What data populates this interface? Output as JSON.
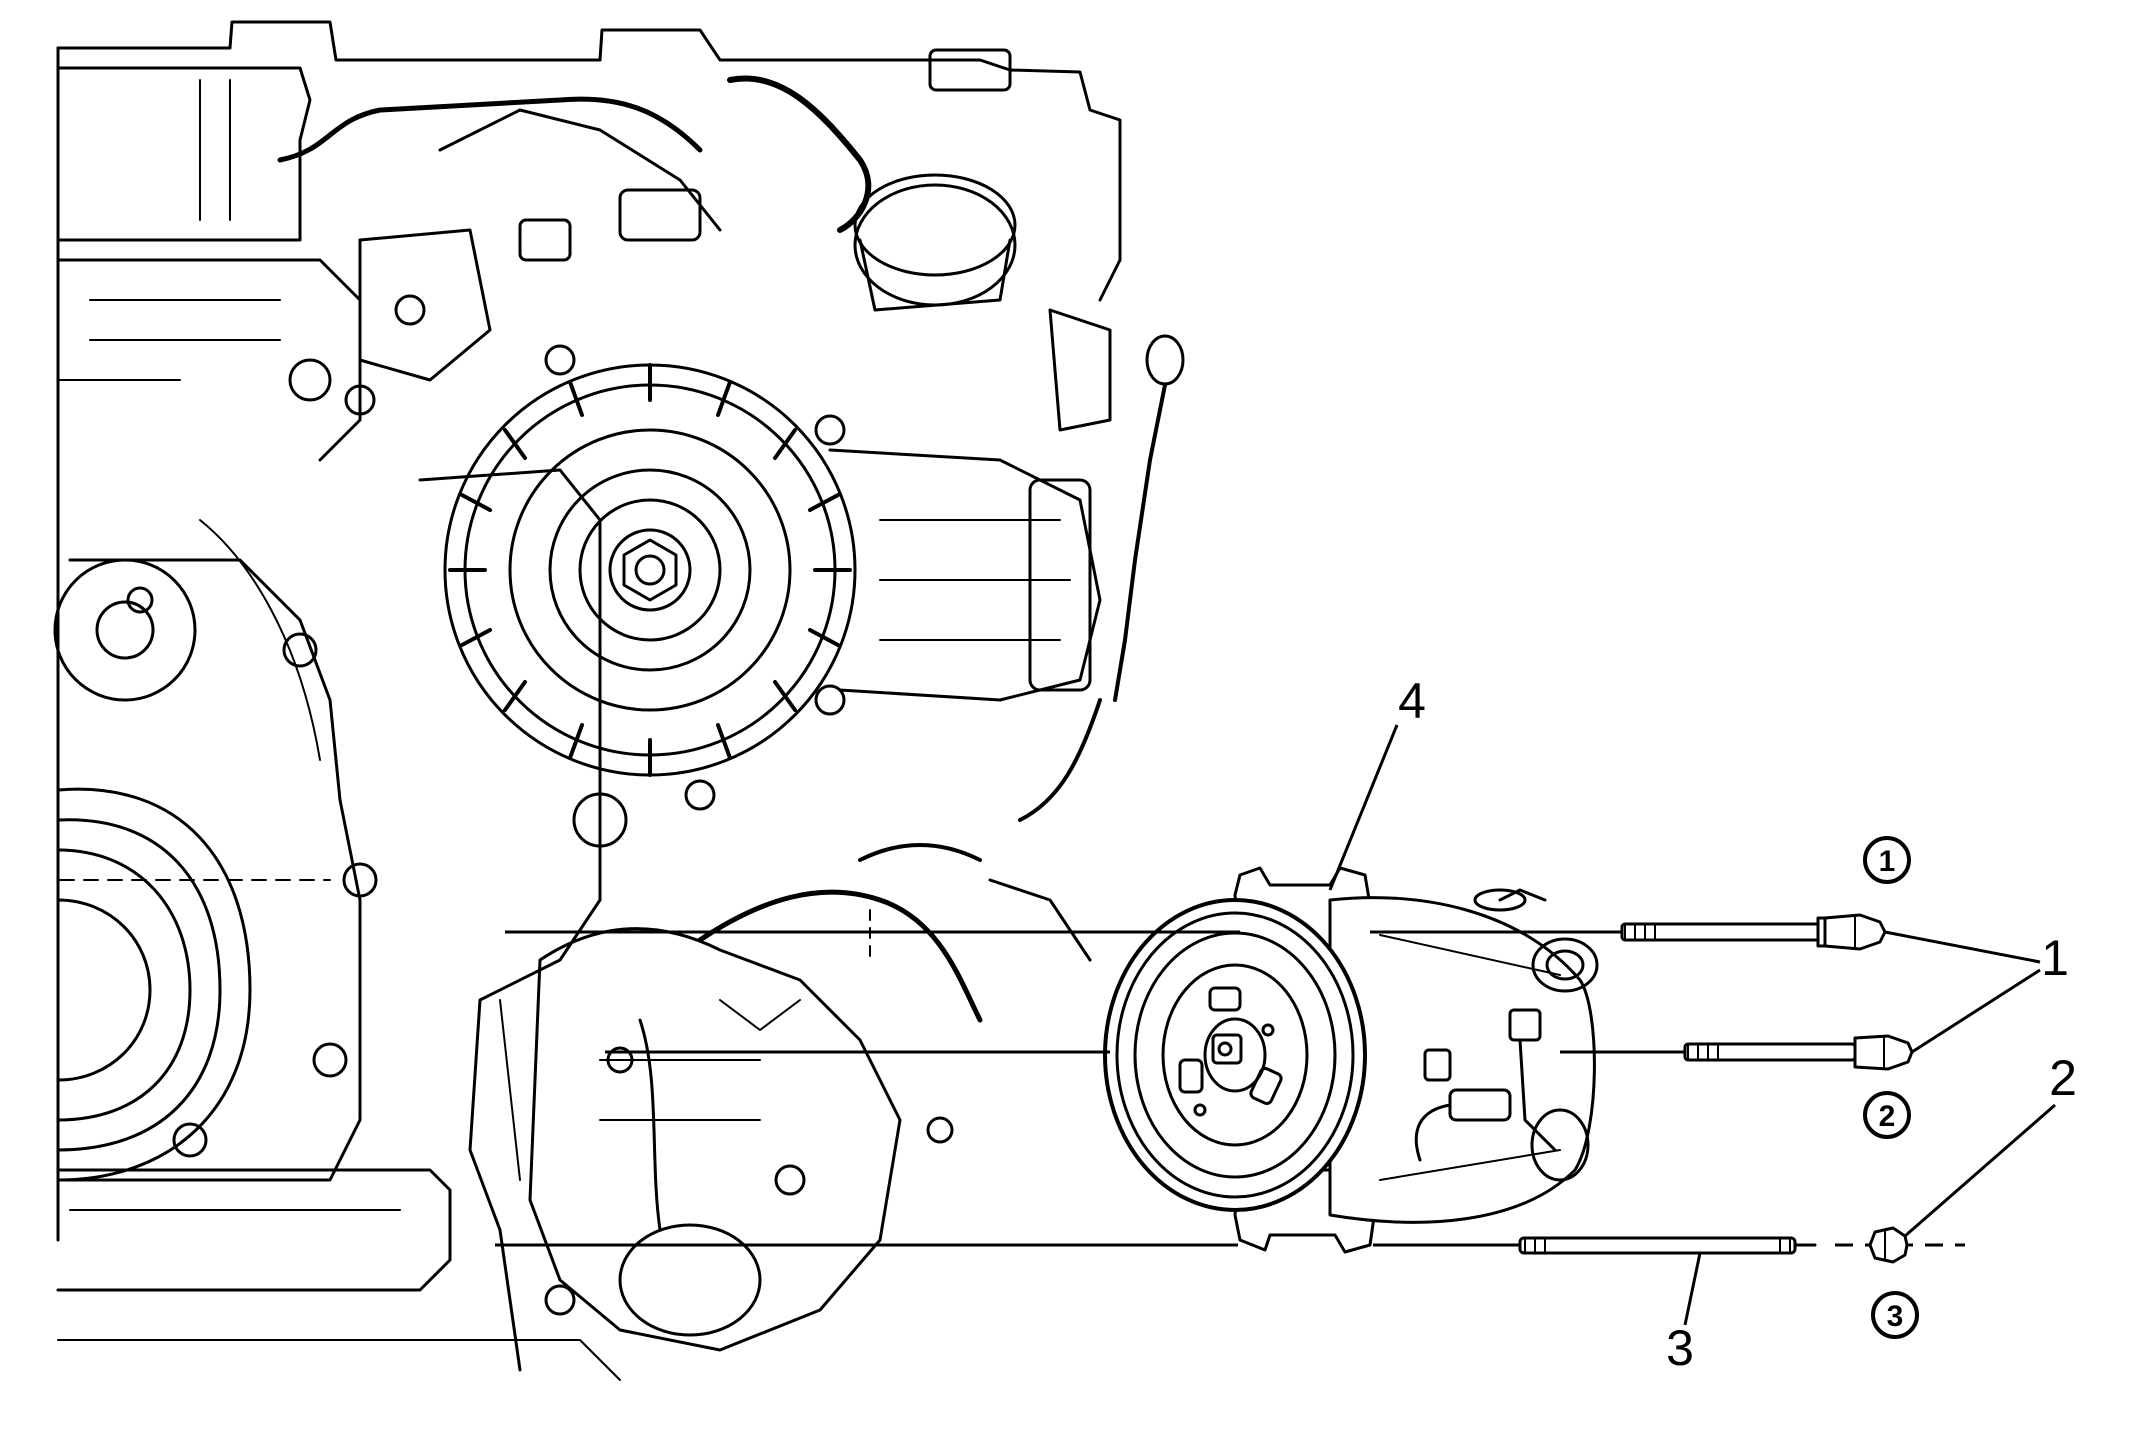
{
  "callouts": [
    {
      "id": "1",
      "label": "1"
    },
    {
      "id": "2",
      "label": "2"
    },
    {
      "id": "3",
      "label": "3"
    },
    {
      "id": "4",
      "label": "4"
    }
  ],
  "sequence_markers": [
    {
      "id": "seq-1",
      "label": "1"
    },
    {
      "id": "seq-2",
      "label": "2"
    },
    {
      "id": "seq-3",
      "label": "3"
    }
  ],
  "icons": [
    "engine-block-illustration",
    "generator-illustration",
    "ac-compressor-illustration",
    "bolt-icon",
    "stud-icon",
    "nut-icon"
  ]
}
